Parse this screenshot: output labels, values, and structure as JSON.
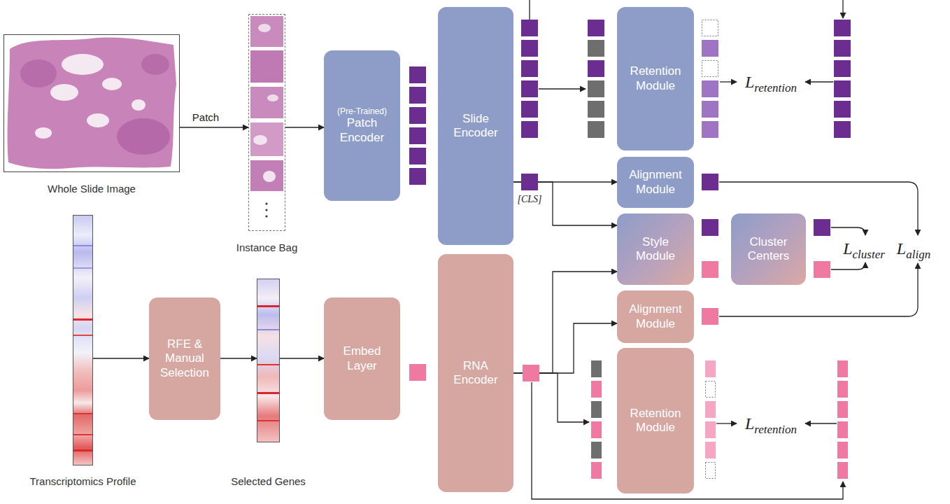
{
  "diagram": {
    "nodes": [
      {
        "text": [
          "Whole Slide Image"
        ]
      },
      {
        "text": [
          "Instance Bag"
        ]
      },
      {
        "text": [
          "(Pre-Trained)",
          "Patch Encoder"
        ]
      },
      {
        "text": [
          "Slide Encoder"
        ]
      },
      {
        "text": [
          "Retention Module"
        ]
      },
      {
        "text": [
          "Alignment Module"
        ]
      },
      {
        "text": [
          "Style Module"
        ]
      },
      {
        "text": [
          "Cluster Centers"
        ]
      },
      {
        "text": [
          "Transcriptomics Profile"
        ]
      },
      {
        "text": [
          "RFE & Manual Selection"
        ]
      },
      {
        "text": [
          "Selected Genes"
        ]
      },
      {
        "text": [
          "Embed Layer"
        ]
      },
      {
        "text": [
          "RNA Encoder"
        ]
      },
      {
        "text": [
          "Alignment Module"
        ]
      },
      {
        "text": [
          "Retention Module"
        ]
      }
    ],
    "edges": [
      {
        "from": 0,
        "to": 1,
        "arrow": "to",
        "label": "Patch"
      },
      {
        "from": 1,
        "to": 2,
        "arrow": "to"
      },
      {
        "from": 3,
        "to": 5,
        "arrow": "to"
      },
      {
        "from": 3,
        "to": 6,
        "arrow": "to"
      },
      {
        "from": 8,
        "to": 9,
        "arrow": "to"
      },
      {
        "from": 9,
        "to": 10,
        "arrow": "to"
      },
      {
        "from": 10,
        "to": 11,
        "arrow": "to"
      },
      {
        "from": 12,
        "to": 6,
        "arrow": "to"
      },
      {
        "from": 12,
        "to": 13,
        "arrow": "to"
      }
    ],
    "labels": [
      "[CLS]",
      "Lretention",
      "Lretention",
      "Lcluster",
      "Lalign"
    ]
  }
}
